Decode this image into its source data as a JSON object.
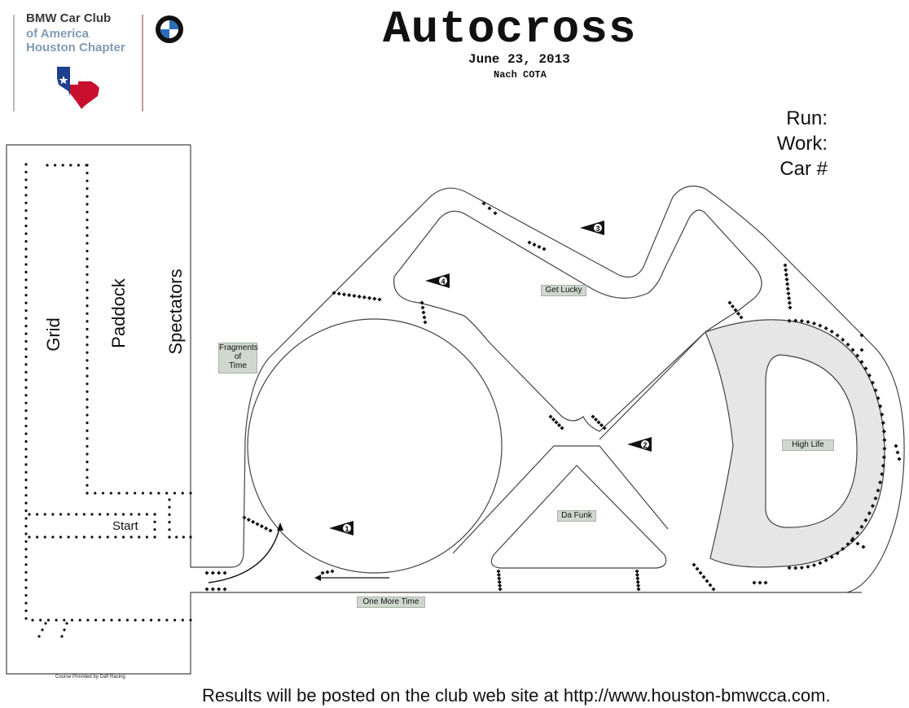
{
  "header": {
    "club_line1": "BMW Car Club",
    "club_line2": "of America",
    "club_line3": "Houston Chapter",
    "title": "Autocross",
    "date": "June 23, 2013",
    "venue": "Nach COTA"
  },
  "run_fields": {
    "run": "Run:",
    "work": "Work:",
    "car": "Car #"
  },
  "areas": {
    "grid": "Grid",
    "paddock": "Paddock",
    "spectators": "Spectators",
    "start": "Start"
  },
  "sections": {
    "fragments_of_time": "Fragments of Time",
    "fragments_1": "Fragments",
    "fragments_2": "of",
    "fragments_3": "Time",
    "get_lucky": "Get Lucky",
    "high_life": "High Life",
    "da_funk": "Da Funk",
    "one_more_time": "One More Time"
  },
  "stations": [
    "1",
    "2",
    "3",
    "4"
  ],
  "footer": {
    "results": "Results will be posted on the club web site at http://www.houston-bmwcca.com.",
    "credit": "Course Provided by Daft Racing"
  },
  "colors": {
    "track_line": "#444444",
    "carousel_fill": "#e6e6e6",
    "label_bg": "#cfd7cf",
    "texas_red": "#c8102e",
    "texas_blue": "#1f3f8f",
    "bmw_blue": "#2a6ebb"
  },
  "icons": [
    "bmw-roundel-icon",
    "texas-flag-icon",
    "station-flag-icon",
    "cone-icon"
  ]
}
